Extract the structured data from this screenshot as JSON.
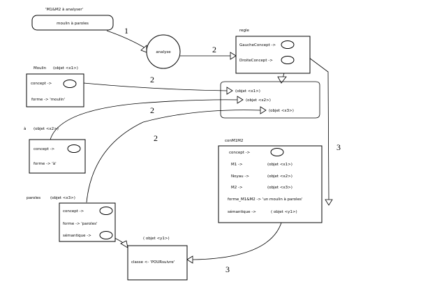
{
  "top_title": "'M1&M2 à analyser'",
  "top_box_text": "moulin à paroles",
  "analyse_label": "analyse",
  "regle": {
    "title": "regle",
    "slot1": "GaucheConcept ->",
    "slot2": "DroiteConcept ->"
  },
  "edge_numbers": [
    "1",
    "2",
    "2",
    "2",
    "2",
    "3",
    "3"
  ],
  "moulin": {
    "title": "Moulin",
    "obj_ref": "(objet <x1>)",
    "row1": "concept ->",
    "row2": "forme -> 'moulin'"
  },
  "a_node": {
    "title": "à",
    "obj_ref": "(objet <x2>)",
    "row1": "concept ->",
    "row2": "forme -> 'à'"
  },
  "paroles": {
    "title": "paroles",
    "obj_ref": "(objet <x3>)",
    "row1": "concept ->",
    "row2": "forme -> 'paroles'",
    "row3": "sémantique ->"
  },
  "bracket": {
    "item1": "(objet <x1>)",
    "item2": "(objet <x2>)",
    "item3": "(objet <x3>)"
  },
  "conm1m2": {
    "title": "conM1M2",
    "concept": "concept ->",
    "m1_label": "M1 ->",
    "m1_value": "(objet <x1>)",
    "noyau_label": "Noyau ->",
    "noyau_value": "(objet <x2>)",
    "m2_label": "M2 ->",
    "m2_value": "(objet <x3>)",
    "forme": "forme_M1&M2 -> 'un moulin à paroles'",
    "semantique_label": "sémantique ->",
    "semantique_value": "( objet <y1>)"
  },
  "y1": {
    "title": "( objet <y1>)",
    "body": "classe <- 'POURsuivre'"
  }
}
